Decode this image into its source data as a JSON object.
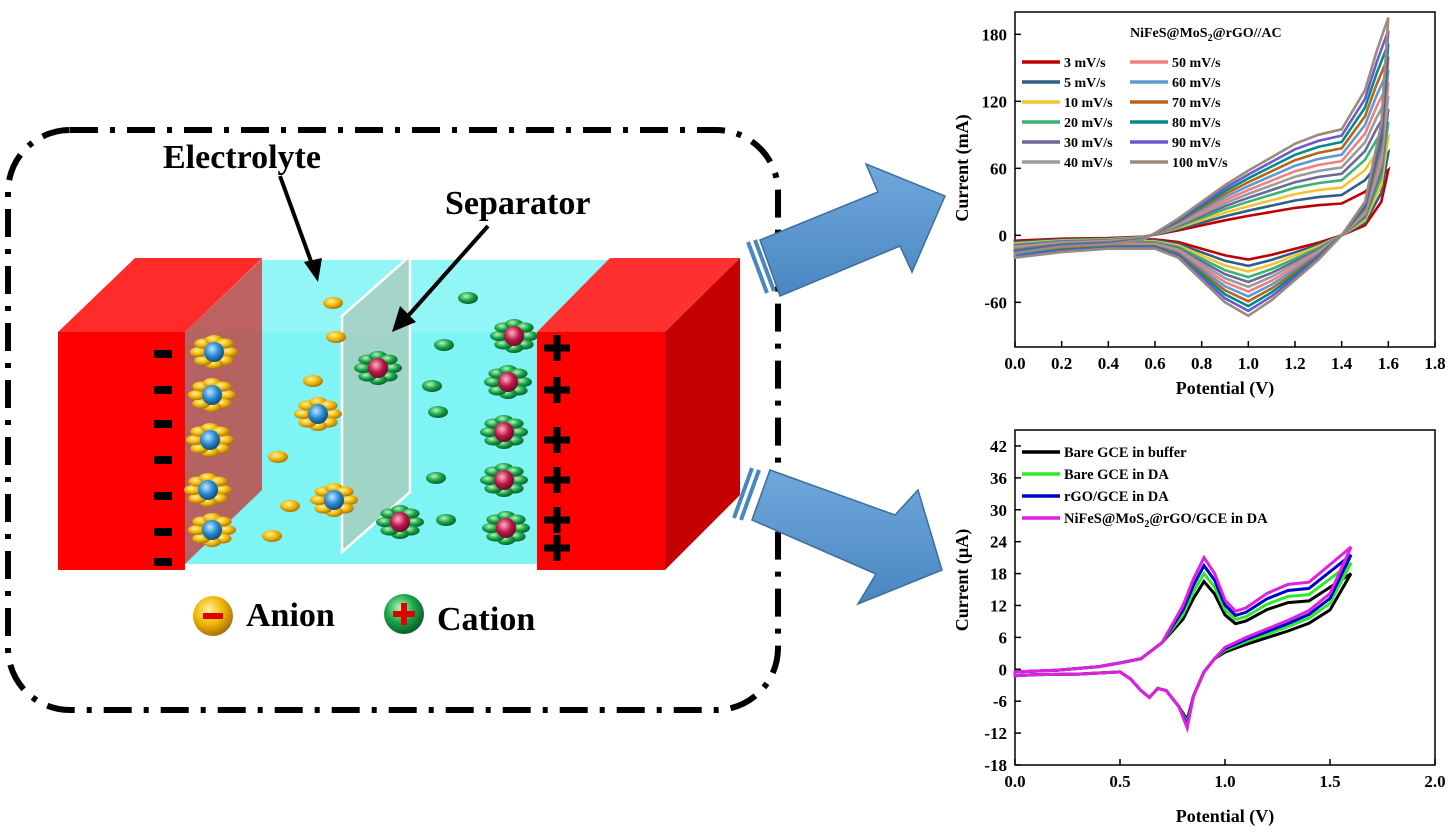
{
  "diagram": {
    "electrolyte_label": "Electrolyte",
    "separator_label": "Separator",
    "anion_label": "Anion",
    "cation_label": "Cation",
    "minus_sign": "-",
    "plus_sign": "+"
  },
  "colors": {
    "electrode": "#ff0000",
    "electrode_dark": "#cc0000",
    "electrolyte": "#7ff4f4",
    "arrow": "#5b9bd5",
    "anion": "#f2b705",
    "cation": "#19a64a",
    "anion_core": "#2a8bd4",
    "cation_core": "#c0184a"
  },
  "chart_data": [
    {
      "type": "line",
      "title": "NiFeS@MoS2@rGO//AC",
      "title_parts": {
        "pre": "NiFeS@MoS",
        "sub": "2",
        "post": "@rGO//AC"
      },
      "xlabel": "Potential (V)",
      "ylabel": "Current (mA)",
      "xlim": [
        0.0,
        1.8
      ],
      "ylim": [
        -100,
        200
      ],
      "xticks": [
        "0.0",
        "0.2",
        "0.4",
        "0.6",
        "0.8",
        "1.0",
        "1.2",
        "1.4",
        "1.6",
        "1.8"
      ],
      "yticks": [
        "-60",
        "0",
        "60",
        "120",
        "180"
      ],
      "legend_position": "top-left",
      "series": [
        {
          "name": "3 mV/s",
          "scale": 0.3,
          "color": "#c00000"
        },
        {
          "name": "5 mV/s",
          "scale": 0.38,
          "color": "#2e5f8a"
        },
        {
          "name": "10 mV/s",
          "scale": 0.45,
          "color": "#f4c430"
        },
        {
          "name": "20 mV/s",
          "scale": 0.52,
          "color": "#3cb371"
        },
        {
          "name": "30 mV/s",
          "scale": 0.58,
          "color": "#6a6a9a"
        },
        {
          "name": "40 mV/s",
          "scale": 0.64,
          "color": "#9a9a9a"
        },
        {
          "name": "50 mV/s",
          "scale": 0.7,
          "color": "#f08080"
        },
        {
          "name": "60 mV/s",
          "scale": 0.76,
          "color": "#5b9bd5"
        },
        {
          "name": "70 mV/s",
          "scale": 0.82,
          "color": "#b8651b"
        },
        {
          "name": "80 mV/s",
          "scale": 0.88,
          "color": "#008b8b"
        },
        {
          "name": "90 mV/s",
          "scale": 0.94,
          "color": "#6a5acd"
        },
        {
          "name": "100 mV/s",
          "scale": 1.0,
          "color": "#9c8a7e"
        }
      ],
      "reference_curve": {
        "anodic": [
          [
            0.0,
            -16
          ],
          [
            0.2,
            -10
          ],
          [
            0.4,
            -8
          ],
          [
            0.55,
            -4
          ],
          [
            0.6,
            2
          ],
          [
            0.7,
            15
          ],
          [
            0.8,
            30
          ],
          [
            0.9,
            45
          ],
          [
            1.0,
            58
          ],
          [
            1.1,
            70
          ],
          [
            1.2,
            82
          ],
          [
            1.3,
            90
          ],
          [
            1.4,
            95
          ],
          [
            1.5,
            130
          ],
          [
            1.55,
            165
          ],
          [
            1.6,
            195
          ]
        ],
        "cathodic": [
          [
            1.6,
            195
          ],
          [
            1.57,
            100
          ],
          [
            1.5,
            30
          ],
          [
            1.4,
            0
          ],
          [
            1.3,
            -22
          ],
          [
            1.2,
            -40
          ],
          [
            1.1,
            -58
          ],
          [
            1.0,
            -72
          ],
          [
            0.9,
            -60
          ],
          [
            0.8,
            -40
          ],
          [
            0.7,
            -20
          ],
          [
            0.6,
            -12
          ],
          [
            0.4,
            -12
          ],
          [
            0.2,
            -15
          ],
          [
            0.0,
            -20
          ]
        ]
      }
    },
    {
      "type": "line",
      "xlabel": "Potential (V)",
      "ylabel": "Current (µA)",
      "xlim": [
        0.0,
        2.0
      ],
      "ylim": [
        -18,
        45
      ],
      "xticks": [
        "0.0",
        "0.5",
        "1.0",
        "1.5",
        "2.0"
      ],
      "yticks": [
        "-18",
        "-12",
        "-6",
        "0",
        "6",
        "12",
        "18",
        "24",
        "30",
        "36",
        "42"
      ],
      "legend_position": "top-left",
      "series": [
        {
          "name": "Bare GCE in buffer",
          "color": "#000000",
          "peak": 16.5,
          "end": 18,
          "valley": -9.5
        },
        {
          "name": "Bare GCE in DA",
          "color": "#2ee82e",
          "peak": 18.0,
          "end": 20,
          "valley": -10.0
        },
        {
          "name": "rGO/GCE in DA",
          "color": "#0000cc",
          "peak": 19.5,
          "end": 21.5,
          "valley": -10.5
        },
        {
          "name": "NiFeS@MoS2@rGO/GCE in DA",
          "color": "#e020e0",
          "peak": 21.0,
          "end": 23,
          "valley": -11.0
        }
      ],
      "legend_labels": {
        "s4_pre": "NiFeS@MoS",
        "s4_sub": "2",
        "s4_post": "@rGO/GCE in DA"
      }
    }
  ]
}
